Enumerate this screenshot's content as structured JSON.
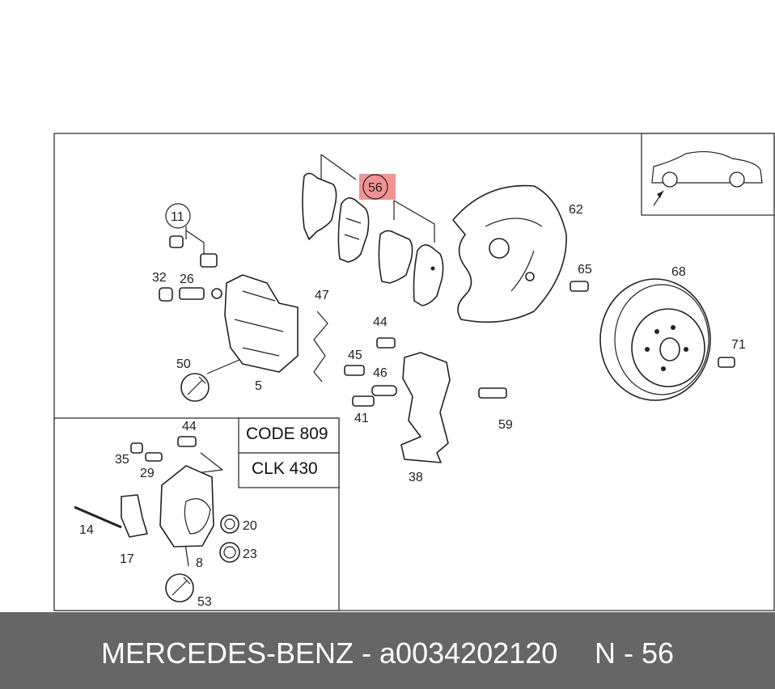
{
  "footer": {
    "brand_and_part": "MERCEDES-BENZ - a0034202120",
    "ref_code": "N - 56"
  },
  "highlight": {
    "label": "56",
    "color": "#f08080"
  },
  "code_box": {
    "line1": "CODE 809",
    "line2": "CLK 430"
  },
  "callouts": {
    "c11": "11",
    "c32": "32",
    "c26": "26",
    "c50": "50",
    "c5": "5",
    "c47": "47",
    "c62": "62",
    "c65": "65",
    "c68": "68",
    "c71": "71",
    "c44": "44",
    "c45": "45",
    "c46": "46",
    "c41": "41",
    "c59": "59",
    "c38": "38",
    "i44": "44",
    "i35": "35",
    "i29": "29",
    "i14": "14",
    "i17": "17",
    "i20": "20",
    "i23": "23",
    "i8": "8",
    "i53": "53"
  }
}
